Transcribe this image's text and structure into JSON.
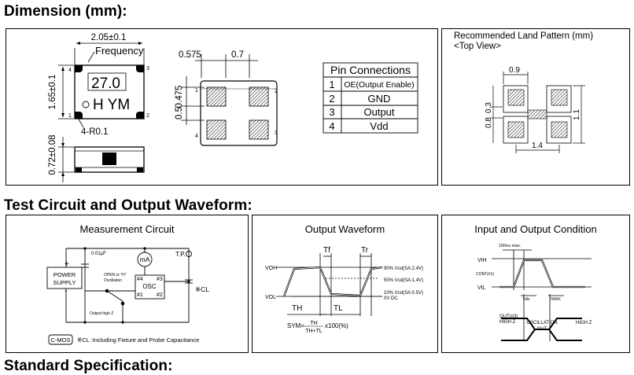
{
  "headings": {
    "dimension": "Dimension (mm):",
    "test_circuit": "Test Circuit and Output Waveform:",
    "standard_spec": "Standard Specification:"
  },
  "package": {
    "width_dim": "2.05±0.1",
    "height_dim": "1.65±0.1",
    "thickness_dim": "0.72±0.08",
    "marking_label": "Frequency",
    "marking_line1": "27.0",
    "marking_line2": "H YM",
    "radius_label": "4-R0.1",
    "pin1": "1",
    "pin2": "2",
    "pin3": "3",
    "pin4": "4"
  },
  "pad_layout": {
    "dim_a": "0.575",
    "dim_b": "0.7",
    "dim_c": "0.475",
    "dim_d": "0.5",
    "pin1": "1",
    "pin2": "2",
    "pin3": "3",
    "pin4": "4"
  },
  "pin_connections": {
    "title": "Pin Connections",
    "rows": [
      {
        "num": "1",
        "name": "OE(Output Enable)"
      },
      {
        "num": "2",
        "name": "GND"
      },
      {
        "num": "3",
        "name": "Output"
      },
      {
        "num": "4",
        "name": "Vdd"
      }
    ]
  },
  "land_pattern": {
    "title": "Recommended Land Pattern (mm)",
    "subtitle": "<Top View>",
    "dim_top": "0.9",
    "dim_bottom": "1.4",
    "dim_left_a": "0.8",
    "dim_left_b": "0.3",
    "dim_right": "1.1"
  },
  "measurement_circuit": {
    "title": "Measurement Circuit",
    "cap": "0.01μF",
    "power_supply_1": "POWER",
    "power_supply_2": "SUPPLY",
    "plus": "+",
    "minus": "-",
    "meter": "mA",
    "tp": "T.P.",
    "open_label_1": "OPEN or \"H\"",
    "open_label_2": "Oscillation",
    "osc": "OSC",
    "pin4": "#4",
    "pin3": "#3",
    "pin1": "#1",
    "pin2": "#2",
    "output_hz": "Output high Z",
    "cl": "※CL",
    "cmos": "C-MOS",
    "footnote": "※CL :Including Fixture and Probe Capacitance"
  },
  "output_waveform": {
    "title": "Output Waveform",
    "voh": "VOH",
    "vol": "VOL",
    "tf": "Tf",
    "tr": "Tr",
    "l90": "90% Vcd(SA:2.4V)",
    "l50": "50% Vcd(SA:1.4V)",
    "l10": "10% Vcd(SA:0.5V)",
    "l0": "0V DC",
    "th": "TH",
    "tl": "TL",
    "sym": "SYM=",
    "frac_num": "TH",
    "frac_den": "TH+TL",
    "pct": "x100(%)"
  },
  "io_condition": {
    "title": "Input and Output Condition",
    "t100": "100ns max.",
    "vih": "VIH",
    "vil": "VIL",
    "cont": "CONT(#1)",
    "ton": "Tdis",
    "tmax": "TMAX",
    "out_label_1": "OUT(#3)",
    "out_label_2": "HIGH  Z",
    "osc_1": "OSCILLATION",
    "osc_2": "OUT",
    "high_z": "HIGH  Z"
  }
}
